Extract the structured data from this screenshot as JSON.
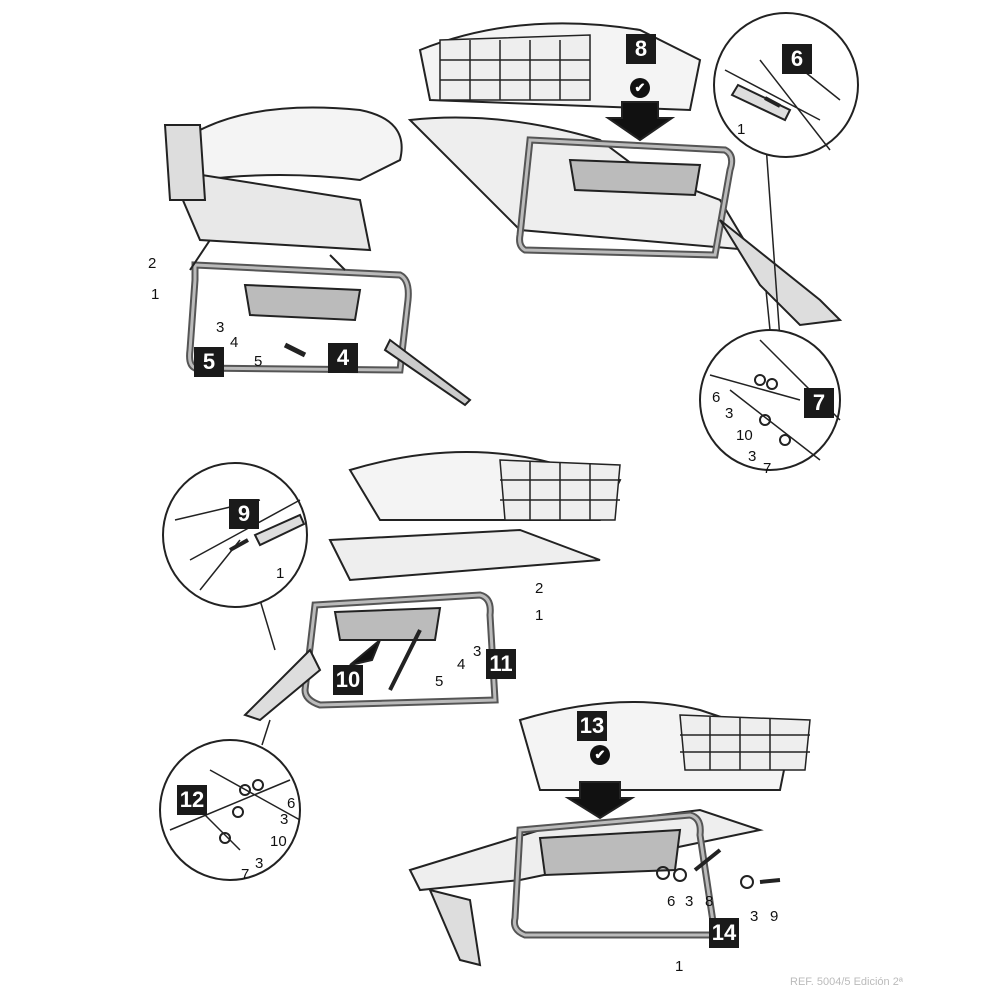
{
  "panel_1": {
    "labels": [
      "2",
      "1",
      "3",
      "4",
      "5"
    ],
    "steps": [
      "5",
      "4"
    ]
  },
  "panel_2": {
    "step_main": "8",
    "check_icon": "✔",
    "inset_top": {
      "step": "6",
      "labels": [
        "1"
      ]
    },
    "inset_bottom": {
      "step": "7",
      "labels": [
        "6",
        "3",
        "10",
        "3",
        "7"
      ]
    }
  },
  "panel_3": {
    "inset_top": {
      "step": "9",
      "labels": [
        "1"
      ]
    },
    "labels": [
      "2",
      "1",
      "3",
      "4",
      "5"
    ],
    "steps": [
      "10",
      "11"
    ],
    "inset_bottom": {
      "step": "12",
      "labels": [
        "6",
        "3",
        "10",
        "3",
        "7"
      ]
    }
  },
  "panel_4": {
    "step_main": "13",
    "tool_icon": "✔",
    "labels": [
      "6",
      "3",
      "8",
      "3",
      "9",
      "1"
    ],
    "step": "14"
  },
  "footer": {
    "reference": "REF. 5004/5 Edición 2ª"
  }
}
